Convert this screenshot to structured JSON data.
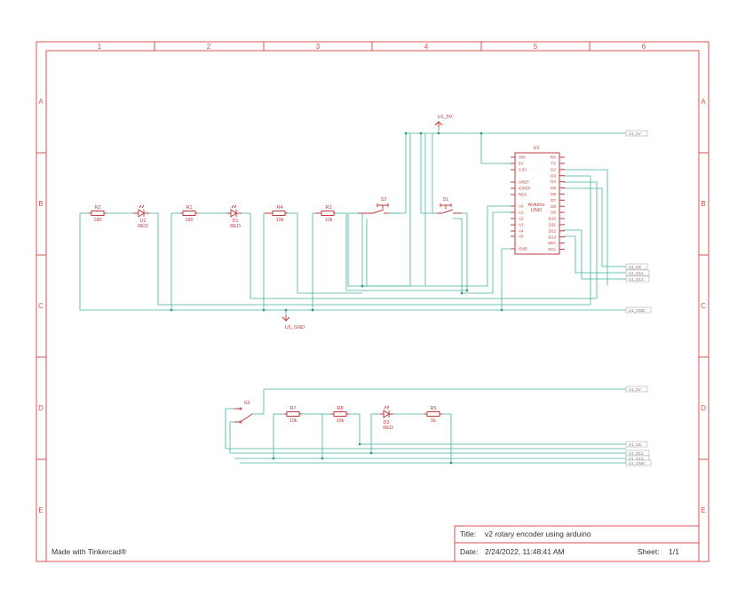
{
  "frame": {
    "columns": [
      "1",
      "2",
      "3",
      "4",
      "5",
      "6"
    ],
    "rows": [
      "A",
      "B",
      "C",
      "D",
      "E"
    ]
  },
  "footer": {
    "made_with": "Made with Tinkercad®"
  },
  "title_block": {
    "title_label": "Title:",
    "title_value": "v2 rotary encoder using arduino",
    "date_label": "Date:",
    "date_value": "2/24/2022, 11:48:41 AM",
    "sheet_label": "Sheet:",
    "sheet_value": "1/1"
  },
  "components": {
    "r2": {
      "ref": "R2",
      "value": "180"
    },
    "u2": {
      "ref": "U2",
      "value": "RED"
    },
    "r1": {
      "ref": "R1",
      "value": "180"
    },
    "d1": {
      "ref": "D1",
      "value": "RED"
    },
    "r4": {
      "ref": "R4",
      "value": "10k"
    },
    "r3": {
      "ref": "R3",
      "value": "10k"
    },
    "s2": {
      "ref": "S2"
    },
    "s1": {
      "ref": "S1"
    },
    "u1": {
      "ref": "U1",
      "name": "Arduino",
      "model": "UNO",
      "left_pins": [
        "VIN",
        "5V",
        "3.3V",
        "AREF",
        "IOREF",
        "RES",
        "A0",
        "A1",
        "A2",
        "A3",
        "A4",
        "A5",
        "GND"
      ],
      "right_pins": [
        "RX",
        "TX",
        "D2",
        "D3",
        "D4",
        "D5",
        "D6",
        "D7",
        "D8",
        "D9",
        "D10",
        "D11",
        "D12",
        "D13",
        "SDA",
        "SCL"
      ]
    },
    "s3": {
      "ref": "S3"
    },
    "r7": {
      "ref": "R7",
      "value": "10k"
    },
    "r8": {
      "ref": "R8",
      "value": "10k"
    },
    "d3": {
      "ref": "D3",
      "value": "RED"
    },
    "r5": {
      "ref": "R5",
      "value": "1k"
    }
  },
  "power": {
    "vcc": "U1_5V",
    "gnd": "U1_GND"
  },
  "net_labels": {
    "top_5v": "U1_5V",
    "d5": "U1_D5",
    "d12": "U1_D12",
    "d13": "U1_D13",
    "gnd": "U1_GND",
    "bottom_5v": "U1_5V",
    "b_d5": "U1_D5",
    "b_d12": "U1_D12",
    "b_d13": "U1_D13",
    "b_gnd": "U1_GND"
  }
}
